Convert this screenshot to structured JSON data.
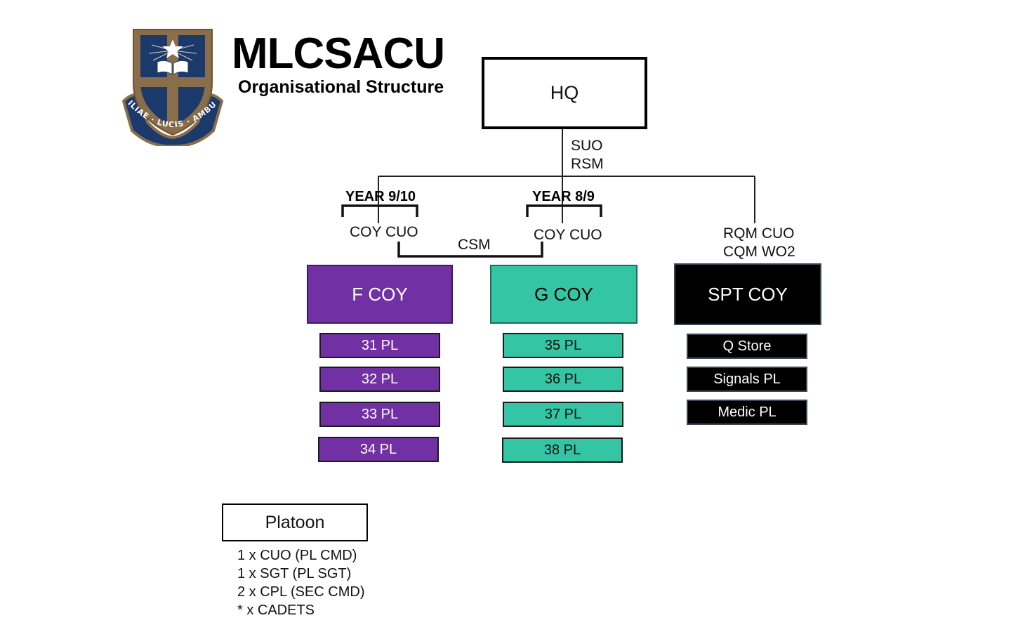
{
  "header": {
    "title": "MLCSACU",
    "subtitle": "Organisational Structure",
    "crest_motto": [
      "UT FILIAE",
      "LUCIS",
      "AMBULATE"
    ]
  },
  "hq": {
    "label": "HQ",
    "roles": [
      "SUO",
      "RSM"
    ]
  },
  "companies": [
    {
      "year_label": "YEAR 9/10",
      "role": "COY CUO",
      "name": "F COY",
      "color": "#7131a4",
      "platoons": [
        "31 PL",
        "32 PL",
        "33 PL",
        "34 PL"
      ]
    },
    {
      "year_label": "YEAR 8/9",
      "role": "COY CUO",
      "name": "G COY",
      "color": "#34c6a4",
      "platoons": [
        "35 PL",
        "36 PL",
        "37 PL",
        "38 PL"
      ]
    },
    {
      "roles": [
        "RQM CUO",
        "CQM WO2"
      ],
      "name": "SPT COY",
      "color": "#000000",
      "platoons": [
        "Q Store",
        "Signals PL",
        "Medic PL"
      ]
    }
  ],
  "csm_label": "CSM",
  "legend": {
    "title": "Platoon",
    "lines": [
      "1 x CUO (PL CMD)",
      "1 x SGT (PL SGT)",
      "2 x CPL (SEC CMD)",
      "* x CADETS"
    ]
  },
  "colors": {
    "f_coy": "#7131a4",
    "g_coy": "#34c6a4",
    "spt_coy": "#000000",
    "crest_navy": "#1b3a6b",
    "crest_gold": "#8a6e4b"
  }
}
